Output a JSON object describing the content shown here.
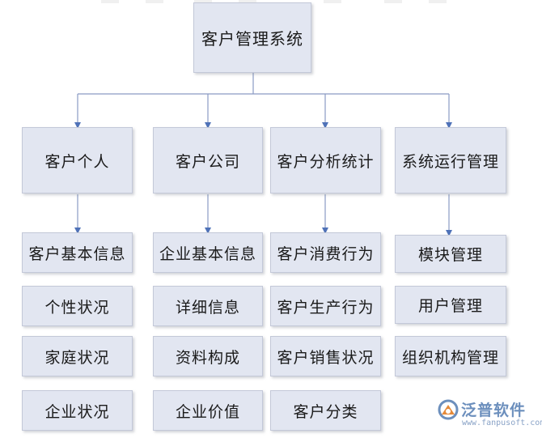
{
  "root": "客户管理系统",
  "categories": [
    {
      "title": "客户个人",
      "items": [
        "客户基本信息",
        "个性状况",
        "家庭状况",
        "企业状况"
      ]
    },
    {
      "title": "客户公司",
      "items": [
        "企业基本信息",
        "详细信息",
        "资料构成",
        "企业价值"
      ]
    },
    {
      "title": "客户分析统计",
      "items": [
        "客户消费行为",
        "客户生产行为",
        "客户销售状况",
        "客户分类"
      ]
    },
    {
      "title": "系统运行管理",
      "items": [
        "模块管理",
        "用户管理",
        "组织机构管理"
      ]
    }
  ],
  "watermark": {
    "name": "泛普软件",
    "url": "www.fanpusoft.com",
    "icon": "fanpu-logo-icon"
  },
  "colors": {
    "box_fill": "#e2e6f1",
    "box_border": "#c3c8d8",
    "connector": "#8a9bc4",
    "arrow": "#4f72b8",
    "watermark": "#6c8fbd"
  }
}
